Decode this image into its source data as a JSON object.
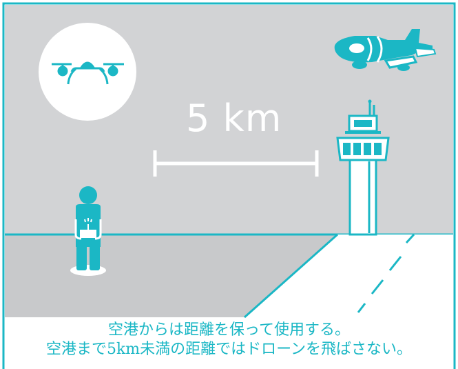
{
  "distance_label": "5 km",
  "caption": {
    "line1": "空港からは距離を保って使用する。",
    "line2": "空港まで5km未満の距離ではドローンを飛ばさない。"
  },
  "colors": {
    "accent": "#1bb7c5",
    "sky": "#d2d3d5",
    "ground": "#c8c9cb",
    "text": "#1bb7c5",
    "white": "#ffffff"
  },
  "icons": [
    "drone-icon",
    "airplane-icon",
    "control-tower-icon",
    "pilot-icon",
    "remote-controller-icon",
    "runway-icon",
    "distance-ruler-icon"
  ]
}
